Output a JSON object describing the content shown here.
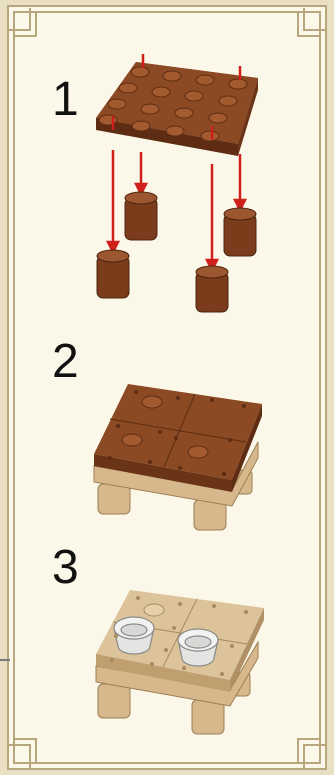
{
  "steps": [
    {
      "number": "1"
    },
    {
      "number": "2"
    },
    {
      "number": "3"
    }
  ],
  "colors": {
    "background": "#fbf8ea",
    "frame": "#bfae88",
    "reddish_brown": "#8c4a24",
    "tan": "#d6b88c",
    "arrow": "#d0201c",
    "white_cup": "#f2f2f0"
  },
  "icons": [
    "ornamental-frame",
    "red-arrow-icon"
  ]
}
